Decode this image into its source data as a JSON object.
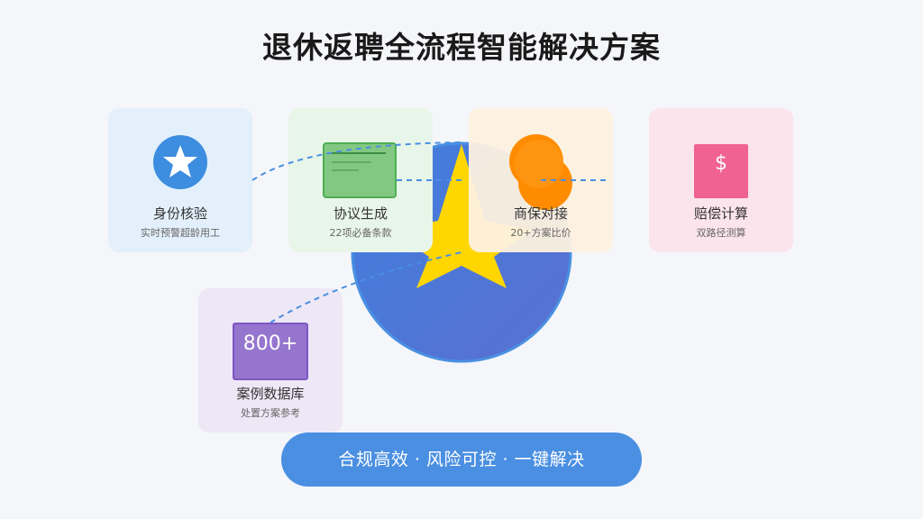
{
  "title": "退休返聘全流程智能解决方案",
  "cards": [
    {
      "id": "identity",
      "label": "身份核验",
      "sub": "实时预警超龄用工",
      "icon": "star-icon",
      "bg": "#e3f0fc",
      "icon_color": "#3d8de0"
    },
    {
      "id": "agreement",
      "label": "协议生成",
      "sub": "22项必备条款",
      "icon": "document-icon",
      "bg": "#e8f5e9",
      "icon_color": "#7fc57f"
    },
    {
      "id": "insurance",
      "label": "商保对接",
      "sub": "20+方案比价",
      "icon": "coins-icon",
      "bg": "#fdf1df",
      "icon_color": "#ff8c00"
    },
    {
      "id": "compensation",
      "label": "赔偿计算",
      "sub": "双路径测算",
      "icon": "dollar-icon",
      "icon_text": "$",
      "bg": "#fce4ec",
      "icon_color": "#f06292"
    },
    {
      "id": "cases",
      "label": "案例数据库",
      "sub": "处置方案参考",
      "icon": "database-badge-icon",
      "icon_text": "800+",
      "bg": "#ede7f6",
      "icon_color": "#9575cd"
    }
  ],
  "cta": {
    "label": "合规高效 · 风险可控 · 一键解决"
  },
  "colors": {
    "hub_circle": "#4f73d8",
    "hub_star": "#ffd600",
    "connector": "#4a8fe2"
  }
}
